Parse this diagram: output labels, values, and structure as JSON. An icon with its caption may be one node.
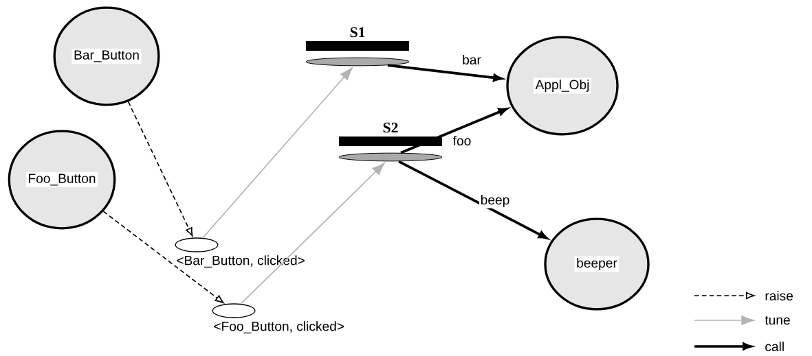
{
  "diagram": {
    "nodes": [
      {
        "text": [
          "Bar_Button"
        ]
      },
      {
        "text": [
          "Foo_Button"
        ]
      },
      {
        "text": [
          "Appl_Obj"
        ]
      },
      {
        "text": [
          "beeper"
        ]
      },
      {
        "text": [
          "S1"
        ]
      },
      {
        "text": [
          "S2"
        ]
      },
      {
        "text": [],
        "shape": "ellipse",
        "beside": [
          "<Bar_Button, clicked>"
        ]
      },
      {
        "text": [],
        "shape": "ellipse",
        "beside": [
          "<Foo_Button, clicked>"
        ]
      }
    ],
    "edges": [
      {
        "from": 0,
        "to": 6,
        "arrow": "to",
        "style": "dashed"
      },
      {
        "from": 1,
        "to": 7,
        "arrow": "to",
        "style": "dashed"
      },
      {
        "from": 6,
        "to": 4,
        "arrow": "to",
        "color": "#b3b3b3"
      },
      {
        "from": 7,
        "to": 5,
        "arrow": "to",
        "color": "#b3b3b3"
      },
      {
        "from": 4,
        "to": 2,
        "arrow": "to",
        "style": "thick",
        "label": "bar"
      },
      {
        "from": 5,
        "to": 2,
        "arrow": "to",
        "style": "thick",
        "label": "foo"
      },
      {
        "from": 5,
        "to": 3,
        "arrow": "to",
        "style": "thick",
        "label": "beep"
      }
    ],
    "legend": [
      {
        "text": "raise"
      },
      {
        "text": "tune"
      },
      {
        "text": "call"
      }
    ]
  }
}
